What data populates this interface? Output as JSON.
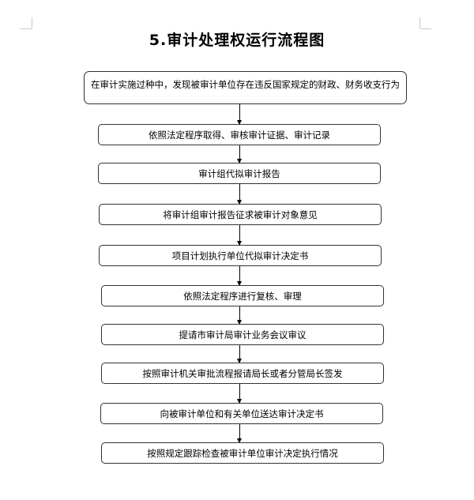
{
  "title": "5.审计处理权运行流程图",
  "steps": [
    "在审计实施过种中，发现被审计单位存在违反国家规定的财政、财务收支行为",
    "依照法定程序取得、审核审计证据、审计记录",
    "审计组代拟审计报告",
    "将审计组审计报告征求被审计对象意见",
    "项目计划执行单位代拟审计决定书",
    "依照法定程序进行复核、审理",
    "提请市审计局审计业务会议审议",
    "按照审计机关审批流程报请局长或者分管局长签发",
    "向被审计单位和有关单位送达审计决定书",
    "按照规定跟踪检查被审计单位审计决定执行情况"
  ]
}
